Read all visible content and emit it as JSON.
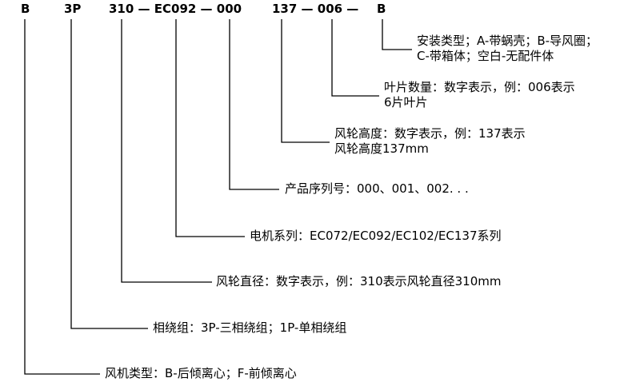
{
  "code": {
    "part_b": "B",
    "part_3p": "3P",
    "part_middle": "310 — EC092 — 000",
    "part_end": "137 — 006 —",
    "part_last": "B"
  },
  "descriptions": {
    "install_type_line1": "安装类型；A-带蜗壳；B-导风圈；",
    "install_type_line2": "C-带箱体；空白-无配件体",
    "blade_count_line1": "叶片数量：数字表示，例：006表示",
    "blade_count_line2": "6片叶片",
    "fan_height_line1": "风轮高度：数字表示，例：137表示",
    "fan_height_line2": "风轮高度137mm",
    "product_serial": "产品序列号：000、001、002. . .",
    "motor_series": "电机系列：EC072/EC092/EC102/EC137系列",
    "fan_diameter": "风轮直径：数字表示，例：310表示风轮直径310mm",
    "winding_phase": "相绕组：3P-三相绕组；1P-单相绕组",
    "fan_type": "风机类型：B-后倾离心；F-前倾离心"
  },
  "colors": {
    "line": "#000000",
    "text": "#000000"
  }
}
